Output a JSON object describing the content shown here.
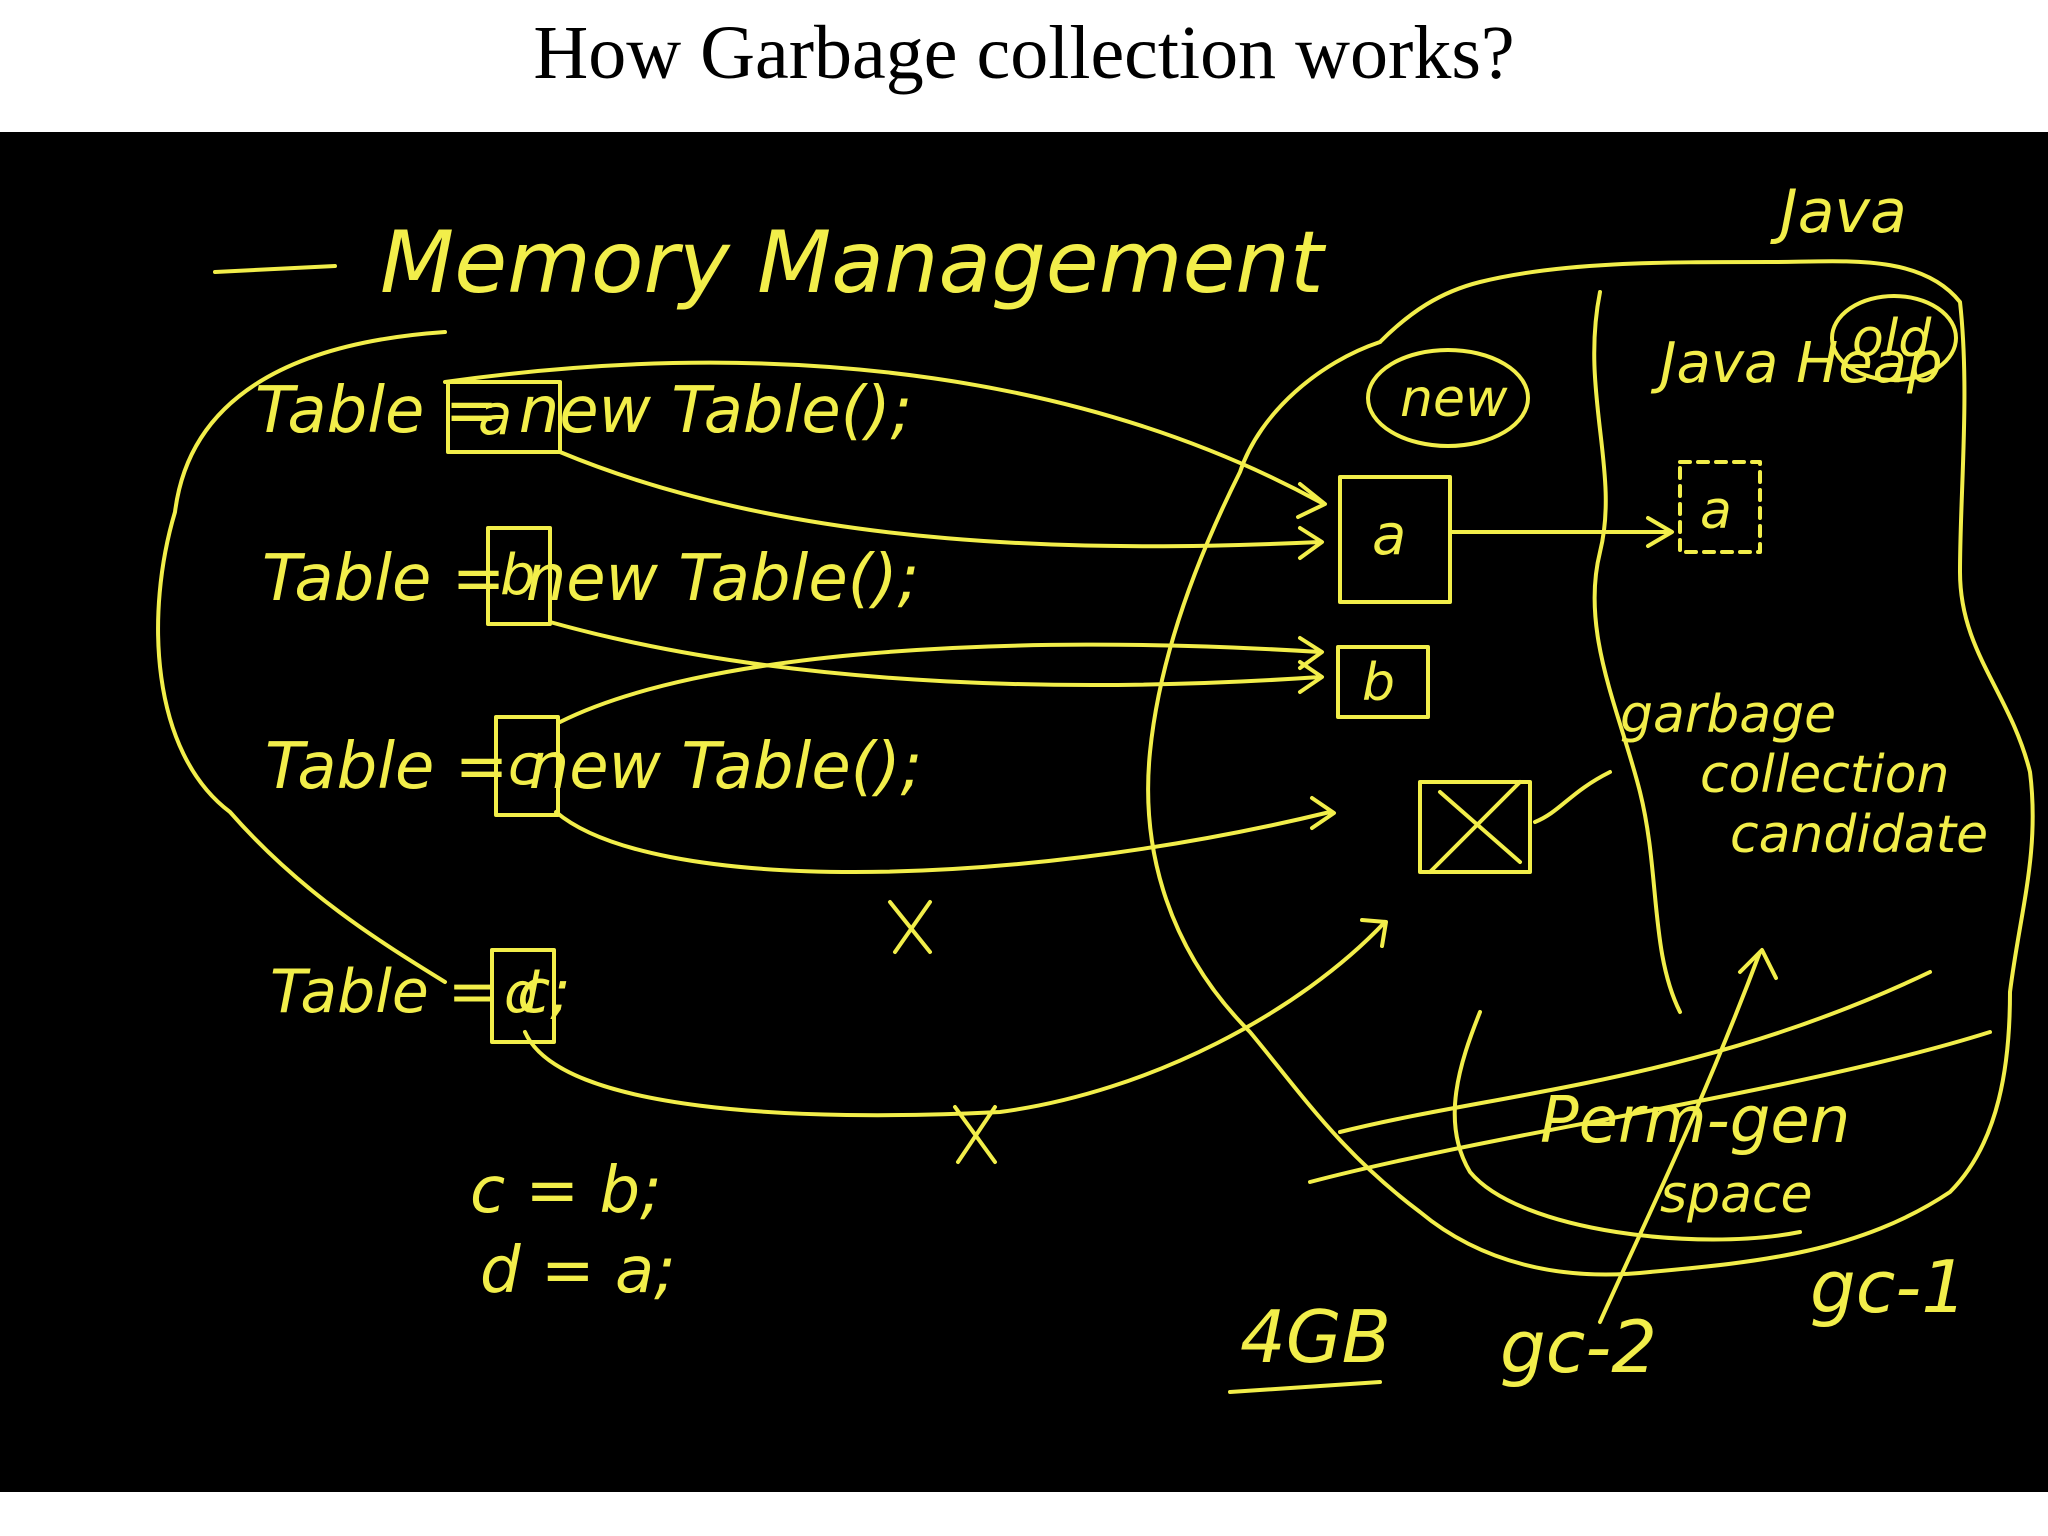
{
  "title": "How Garbage collection works?",
  "board": {
    "ink_color": "#f2ee4a",
    "background_color": "#000000",
    "heading": "Memory Management",
    "code_lines": [
      "Table a = new Table();",
      "Table b = new Table();",
      "Table c = new Table();",
      "Table d = c;"
    ],
    "var_a": "a",
    "var_b": "b",
    "var_c": "c",
    "var_d": "d",
    "code_a": "Table    = new Table();",
    "code_b": "Table    = new Table();",
    "code_c": "Table    = new Table();",
    "code_d": "Table    = c;",
    "assign_1": "c = b;",
    "assign_2": "d = a;",
    "java_label": "Java",
    "java_heap_label": "Java Heap",
    "new_label": "new",
    "old_label": "old",
    "heap_obj_a": "a",
    "heap_obj_b": "b",
    "heap_obj_old_a": "a",
    "gc_candidate": [
      "garbage",
      "collection",
      "candidate"
    ],
    "perm_gen": "Perm-gen",
    "perm_space": "space",
    "size_label": "4GB",
    "gc1_label": "gc-1",
    "gc2_label": "gc-2"
  }
}
